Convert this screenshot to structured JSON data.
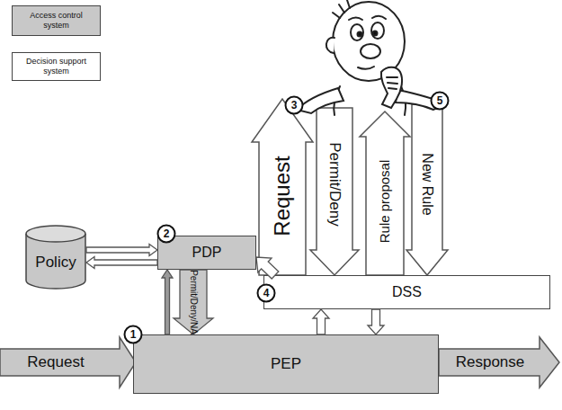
{
  "diagram": {
    "nodes": [
      {
        "text": [
          "Policy"
        ]
      },
      {
        "text": [
          "PDP"
        ]
      },
      {
        "text": [
          "DSS"
        ]
      },
      {
        "text": [
          "PEP"
        ]
      }
    ],
    "edges": [
      {
        "from": 0,
        "to": 1,
        "arrow": "to"
      },
      {
        "from": 1,
        "to": 0,
        "arrow": "to"
      },
      {
        "from": 3,
        "to": 1,
        "arrow": "to"
      },
      {
        "from": 1,
        "to": 3,
        "arrow": "to",
        "label": "Permit/Deny/NA"
      },
      {
        "from": 2,
        "to": 1,
        "arrow": "to"
      },
      {
        "from": 3,
        "to": 2,
        "arrow": "to"
      },
      {
        "from": 2,
        "to": 3,
        "arrow": "to"
      }
    ],
    "labels": [
      "Request",
      "Response",
      "1",
      "2",
      "3",
      "4",
      "5",
      "Request",
      "Permit/Deny",
      "Rule proposal",
      "New Rule"
    ],
    "legend": [
      {
        "text": "Access control system",
        "color": "#c8c8c8"
      },
      {
        "text": "Decision support system",
        "color": "#ffffff"
      }
    ]
  }
}
